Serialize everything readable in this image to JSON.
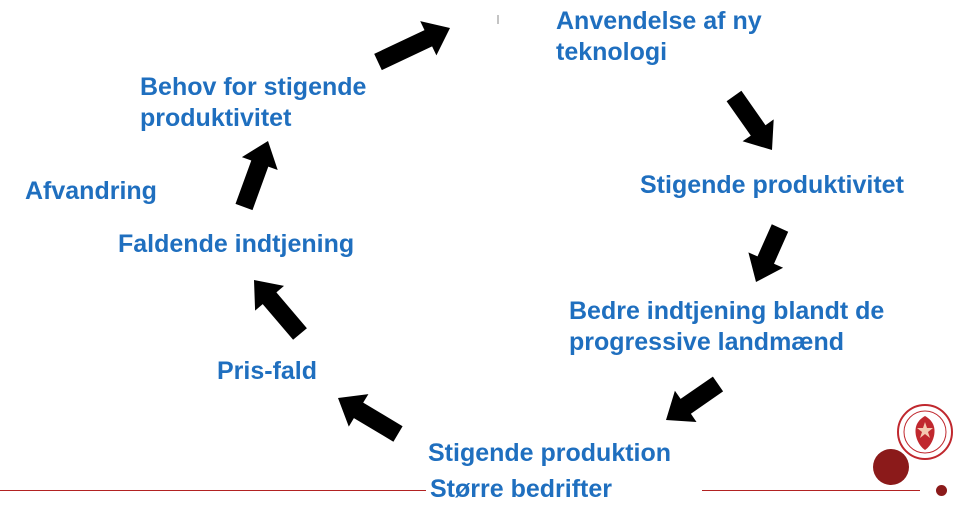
{
  "diagram": {
    "nodes": {
      "anvendelse": [
        "Anvendelse af ny",
        "teknologi"
      ],
      "stigende_produktivitet": "Stigende produktivitet",
      "bedre_indtjening": [
        "Bedre indtjening blandt de",
        "progressive landmænd"
      ],
      "stigende_produktion": "Stigende produktion",
      "pris_fald": "Pris-fald",
      "faldende_indtjening": "Faldende indtjening",
      "afvandring": "Afvandring",
      "behov": [
        "Behov for stigende",
        "produktivitet"
      ]
    },
    "footer": "Større bedrifter"
  },
  "colors": {
    "label": "#1f6fbf",
    "arrow": "#000000",
    "accent": "#b22222",
    "logo": "#c0282e"
  },
  "icons": {
    "logo": "university-seal-icon"
  }
}
